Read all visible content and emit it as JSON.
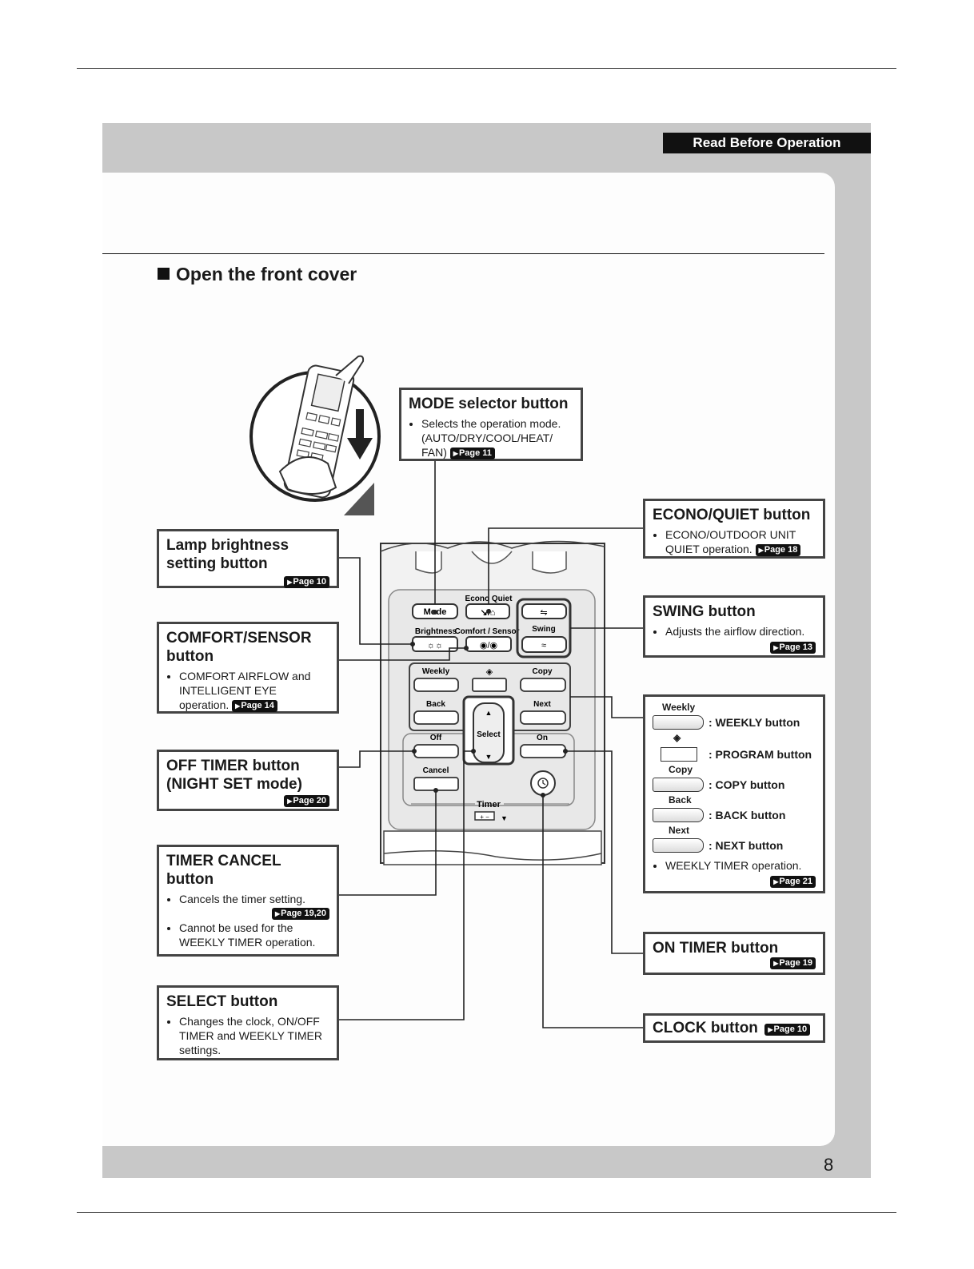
{
  "header": {
    "tab_label": "Read Before Operation"
  },
  "section": {
    "title": "Open the front cover"
  },
  "page_number": "8",
  "remote": {
    "labels": {
      "econo_quiet": "Econo Quiet",
      "mode": "Mode",
      "brightness": "Brightness",
      "comfort_sensor": "Comfort / Sensor",
      "swing": "Swing",
      "weekly": "Weekly",
      "copy": "Copy",
      "back": "Back",
      "next": "Next",
      "off": "Off",
      "on": "On",
      "select": "Select",
      "cancel": "Cancel",
      "timer": "Timer"
    },
    "icons": [
      "hand-open-cover-icon",
      "arrow-down-icon",
      "clock-icon",
      "program-icon",
      "swing-icon",
      "brightness-icon",
      "sensor-icon",
      "battery-icon"
    ]
  },
  "callouts": {
    "mode": {
      "title": "MODE selector button",
      "bullets": [
        "Selects the operation mode. (AUTO/DRY/COOL/HEAT/ FAN)"
      ],
      "page": "Page 11"
    },
    "econo": {
      "title": "ECONO/QUIET button",
      "bullets": [
        "ECONO/OUTDOOR UNIT QUIET operation."
      ],
      "page": "Page 18"
    },
    "lamp": {
      "title": "Lamp brightness setting button",
      "page": "Page 10"
    },
    "swing": {
      "title": "SWING button",
      "bullets": [
        "Adjusts the airflow direction."
      ],
      "page": "Page 13"
    },
    "comfort": {
      "title": "COMFORT/SENSOR button",
      "bullets": [
        "COMFORT AIRFLOW and INTELLIGENT EYE operation."
      ],
      "page": "Page 14"
    },
    "weekly": {
      "rows": [
        {
          "key_label": "Weekly",
          "text": ": WEEKLY button"
        },
        {
          "key_label": "",
          "text": ": PROGRAM button"
        },
        {
          "key_label": "Copy",
          "text": ": COPY button"
        },
        {
          "key_label": "Back",
          "text": ": BACK button"
        },
        {
          "key_label": "Next",
          "text": ": NEXT button"
        }
      ],
      "bullet": "WEEKLY TIMER operation.",
      "page": "Page 21"
    },
    "off_timer": {
      "title": "OFF TIMER button (NIGHT SET mode)",
      "page": "Page 20"
    },
    "timer_cancel": {
      "title": "TIMER CANCEL button",
      "bullet1": "Cancels the timer setting.",
      "page": "Page 19,20",
      "bullet2": "Cannot be used for the WEEKLY TIMER operation."
    },
    "on_timer": {
      "title": "ON TIMER button",
      "page": "Page 19"
    },
    "select": {
      "title": "SELECT button",
      "bullets": [
        "Changes the clock, ON/OFF TIMER and WEEKLY TIMER settings."
      ]
    },
    "clock": {
      "title": "CLOCK button",
      "page": "Page 10"
    }
  }
}
